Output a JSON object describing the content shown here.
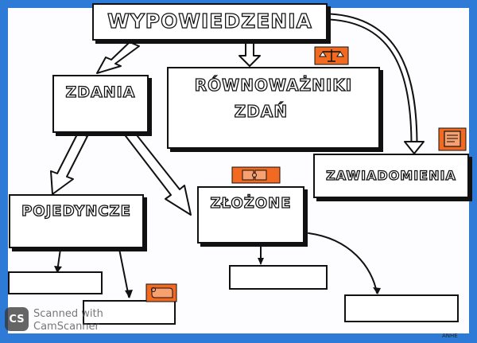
{
  "diagram": {
    "title": "WYPOWIEDZENIA",
    "nodes": {
      "zdania": "ZDANIA",
      "rownowazniki_line1": "RÓWNOWAŻNIKI",
      "rownowazniki_line2": "ZDAŃ",
      "zawiadomienia": "ZAWIADOMIENIA",
      "pojedyncze": "POJEDYNCZE",
      "zlozone": "ZŁOŻONE"
    },
    "edges": [
      [
        "WYPOWIEDZENIA",
        "ZDANIA"
      ],
      [
        "WYPOWIEDZENIA",
        "RÓWNOWAŻNIKI ZDAŃ"
      ],
      [
        "WYPOWIEDZENIA",
        "ZAWIADOMIENIA"
      ],
      [
        "ZDANIA",
        "POJEDYNCZE"
      ],
      [
        "ZDANIA",
        "ZŁOŻONE"
      ],
      [
        "POJEDYNCZE",
        "blank-1"
      ],
      [
        "POJEDYNCZE",
        "blank-2"
      ],
      [
        "ZŁOŻONE",
        "blank-3"
      ],
      [
        "ZŁOŻONE",
        "blank-4"
      ]
    ],
    "icons": [
      "scales-icon",
      "document-icon",
      "puzzle-icon",
      "scroll-icon"
    ],
    "colors": {
      "frame": "#2d7bd6",
      "icon": "#f26a21",
      "ink": "#111111"
    }
  },
  "watermark": {
    "logo": "CS",
    "line1": "Scanned with",
    "line2": "CamScanner"
  },
  "signature": "ANHE"
}
